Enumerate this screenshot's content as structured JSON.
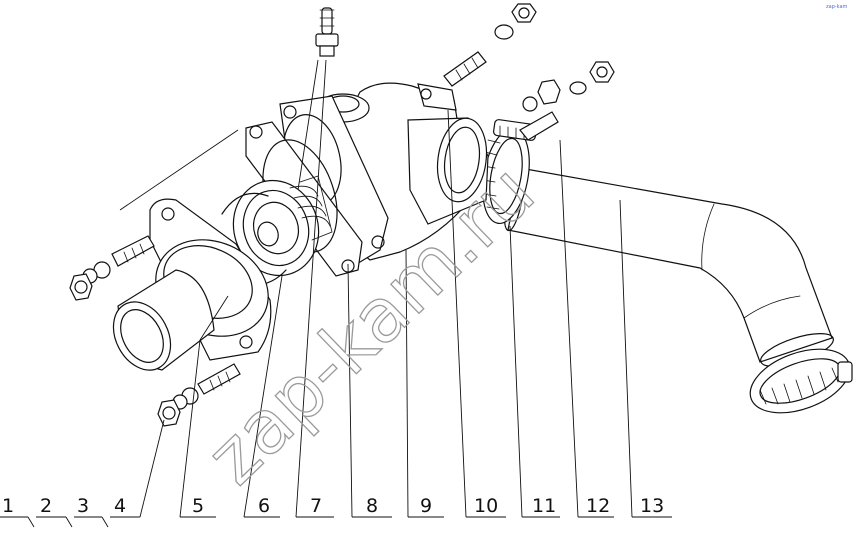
{
  "watermark": "zap-kam.ru",
  "corner_mark": "zap-kam",
  "callouts": [
    {
      "num": "1",
      "part": "nut"
    },
    {
      "num": "2",
      "part": "spring-washer"
    },
    {
      "num": "3",
      "part": "flat-washer"
    },
    {
      "num": "4",
      "part": "stud"
    },
    {
      "num": "5",
      "part": "thermostat-cover-pipe"
    },
    {
      "num": "6",
      "part": "gasket"
    },
    {
      "num": "7",
      "part": "thermostat"
    },
    {
      "num": "8",
      "part": "gasket"
    },
    {
      "num": "9",
      "part": "thermostat-housing"
    },
    {
      "num": "10",
      "part": "gasket"
    },
    {
      "num": "11",
      "part": "hose-clamp"
    },
    {
      "num": "12",
      "part": "stud-washer-nut-set"
    },
    {
      "num": "13",
      "part": "coolant-hose"
    }
  ]
}
